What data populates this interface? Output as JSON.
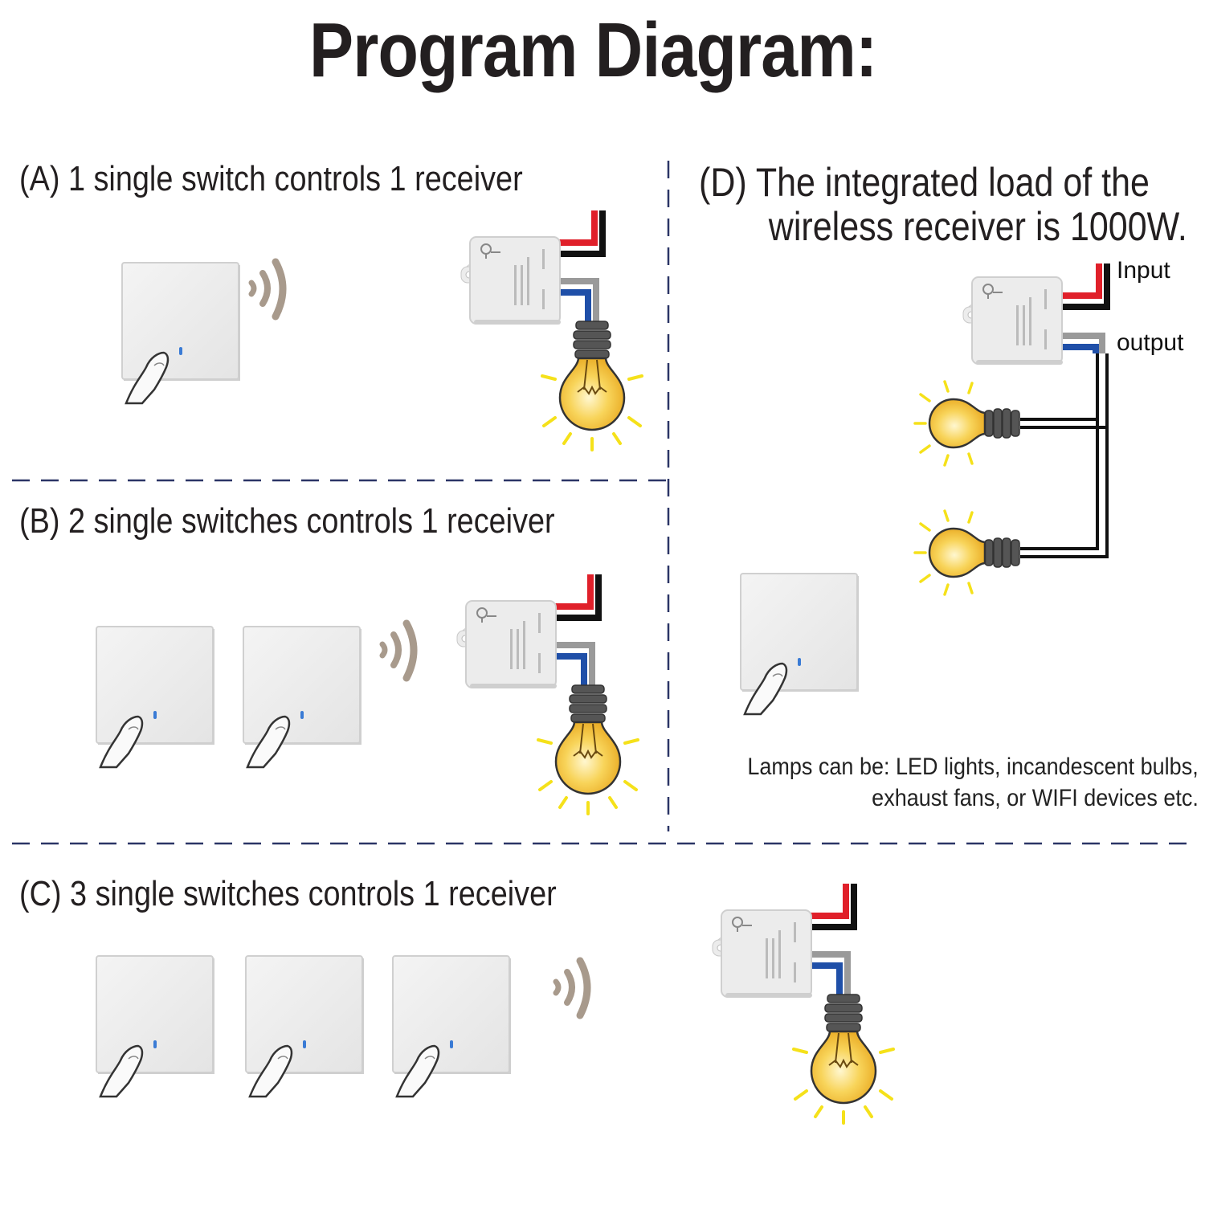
{
  "title": "Program Diagram:",
  "sections": {
    "a": {
      "label": "(A)  1 single switch controls 1 receiver",
      "switch_count": 1
    },
    "b": {
      "label": "(B)  2 single switches controls  1 receiver",
      "switch_count": 2
    },
    "c": {
      "label": "(C)  3 single switches controls  1 receiver",
      "switch_count": 3
    },
    "d": {
      "line1": "(D)  The integrated load of the",
      "line2": "wireless receiver is 1000W.",
      "input_label": "Input",
      "output_label": "output",
      "note_line1": "Lamps can be:  LED lights, incandescent bulbs,",
      "note_line2": "exhaust fans, or WIFI devices etc."
    }
  },
  "colors": {
    "divider": "#2b3566",
    "wire_live": "#e0202a",
    "wire_neutral": "#111111",
    "wire_output": "#1f4fa8",
    "wire_ground": "#9a9a9a",
    "bulb": "#f6c234",
    "rays": "#f5e11a",
    "wave": "#a89a8c",
    "switch_led": "#3a7bd5"
  },
  "icons": [
    "wall-switch-icon",
    "wireless-signal-icon",
    "receiver-module-icon",
    "light-bulb-icon",
    "finger-press-icon"
  ]
}
